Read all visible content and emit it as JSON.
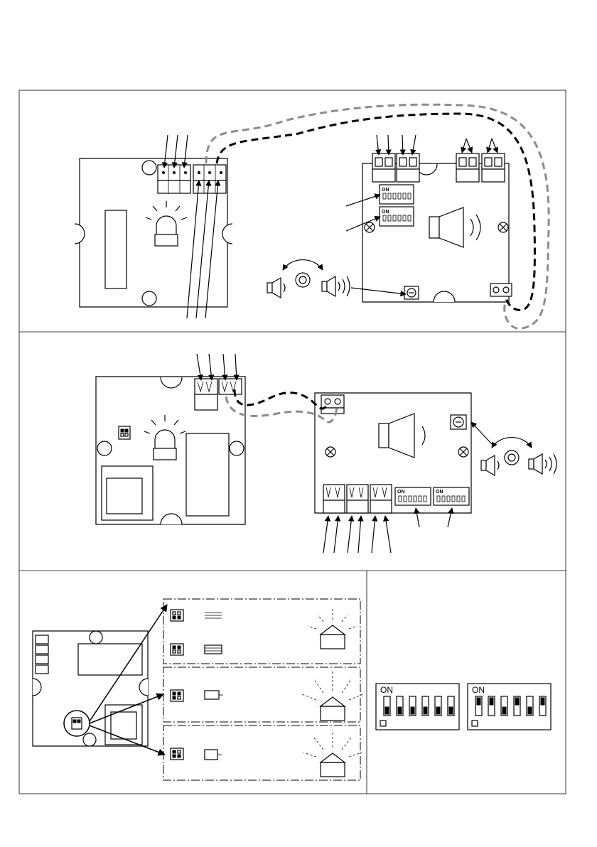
{
  "dip_switch": {
    "label": "ON"
  },
  "figures": [
    {
      "name": "panel-1",
      "description_visible": false
    },
    {
      "name": "panel-2",
      "description_visible": false
    },
    {
      "name": "panel-3",
      "description_visible": false
    }
  ]
}
